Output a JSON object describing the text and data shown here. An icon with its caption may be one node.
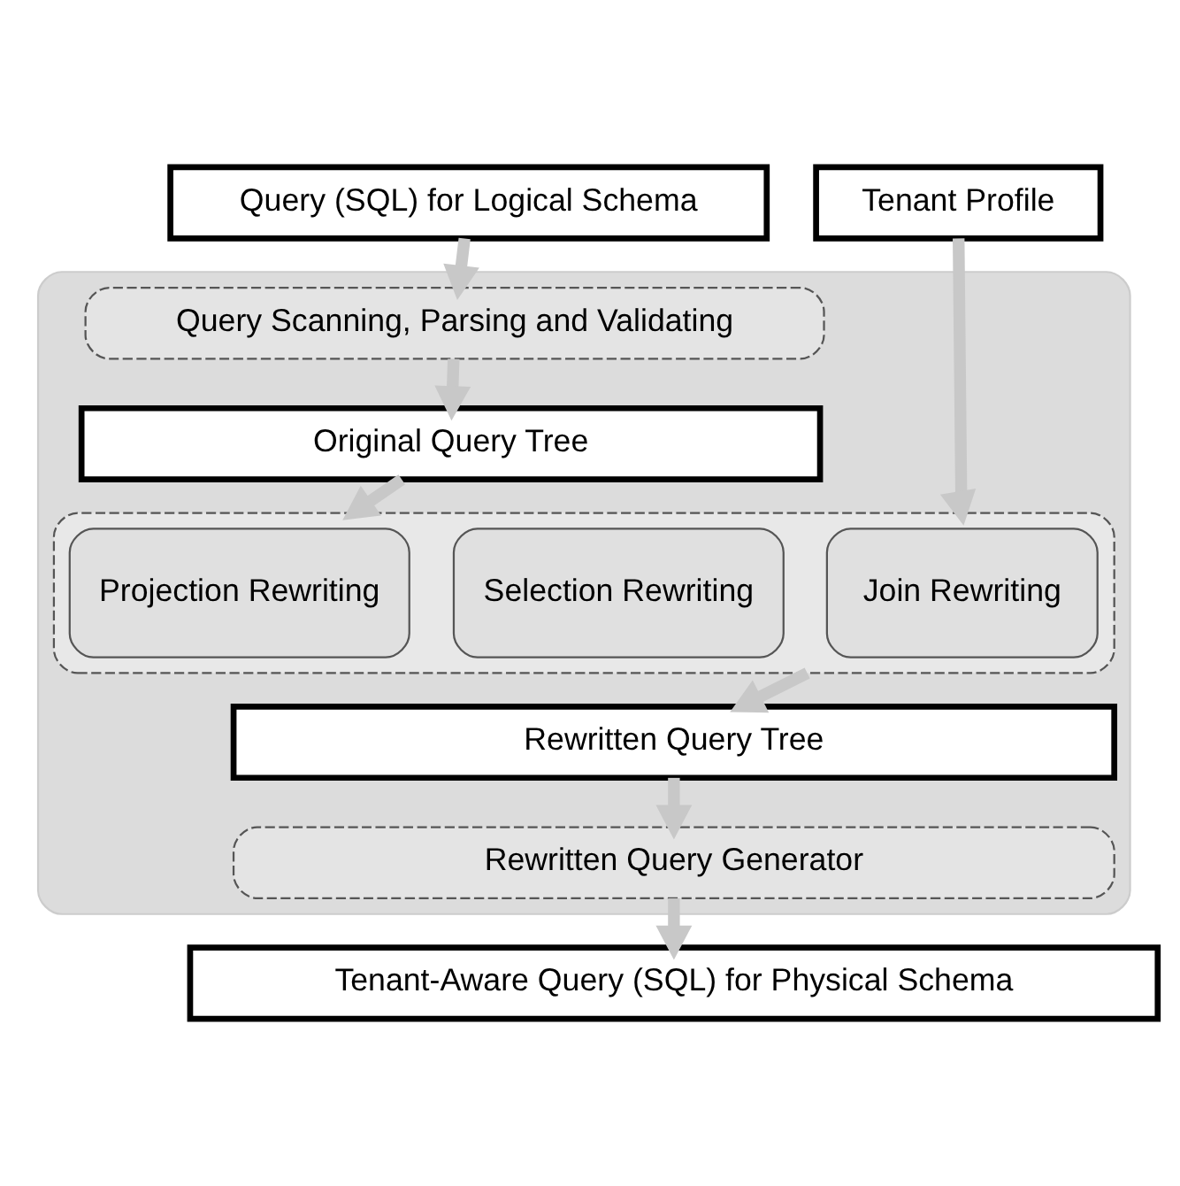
{
  "diagram": {
    "nodes": [
      {
        "text": [
          "Query (SQL) for Logical Schema"
        ]
      },
      {
        "text": [
          "Tenant Profile"
        ]
      },
      {
        "text": [],
        "shape": "box"
      },
      {
        "text": [
          "Query Scanning, Parsing and Validating"
        ],
        "in": 2
      },
      {
        "text": [
          "Original Query Tree"
        ],
        "in": 2
      },
      {
        "text": [],
        "shape": "box",
        "in": 2
      },
      {
        "text": [
          "Projection Rewriting"
        ],
        "in": 5
      },
      {
        "text": [
          "Selection Rewriting"
        ],
        "in": 5
      },
      {
        "text": [
          "Join Rewriting"
        ],
        "in": 5
      },
      {
        "text": [
          "Rewritten Query Tree"
        ],
        "in": 2
      },
      {
        "text": [
          "Rewritten Query Generator"
        ],
        "in": 2
      },
      {
        "text": [
          "Tenant-Aware Query (SQL) for Physical Schema"
        ]
      }
    ],
    "edges": [
      {
        "from": 0,
        "to": 3,
        "arrow": "to"
      },
      {
        "from": 3,
        "to": 4,
        "arrow": "to"
      },
      {
        "from": 4,
        "to": 5,
        "arrow": "to"
      },
      {
        "from": 1,
        "to": 5,
        "arrow": "to"
      },
      {
        "from": 5,
        "to": 9,
        "arrow": "to"
      },
      {
        "from": 9,
        "to": 10,
        "arrow": "to"
      },
      {
        "from": 10,
        "to": 11,
        "arrow": "to"
      }
    ]
  }
}
